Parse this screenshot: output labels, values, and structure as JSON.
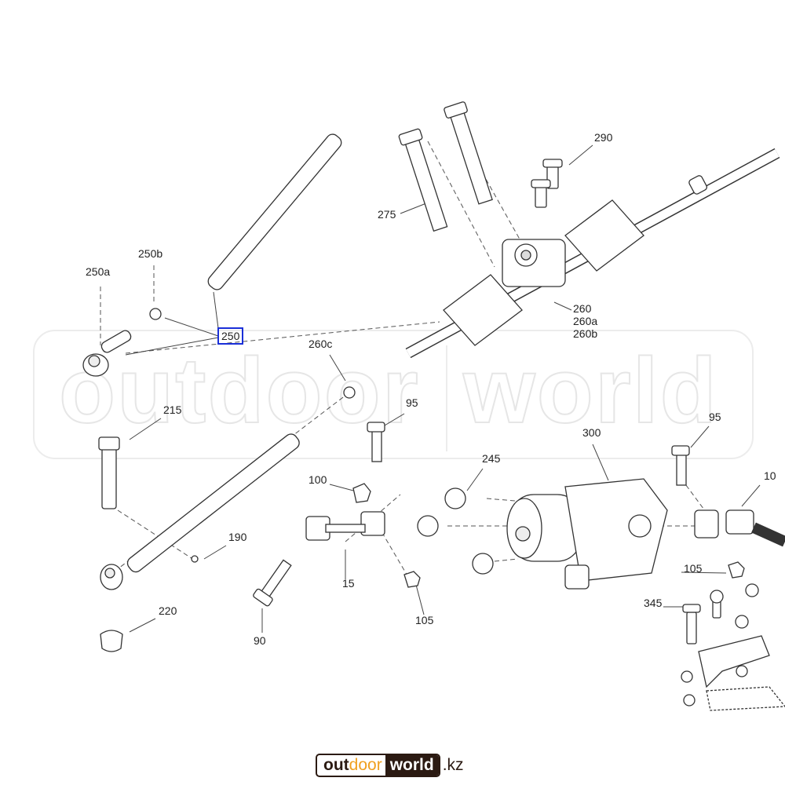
{
  "watermark": {
    "left": "outdoor",
    "right": "world"
  },
  "logo": {
    "part1": "out",
    "part2": "door",
    "part3": "world",
    "part4": ".kz",
    "colors": {
      "dark": "#2b1a12",
      "accent": "#f0a020"
    }
  },
  "callouts": {
    "c290": "290",
    "c275": "275",
    "c250b": "250b",
    "c250a": "250a",
    "c250": "250",
    "c260": "260",
    "c260a": "260a",
    "c260b": "260b",
    "c260c": "260c",
    "c215": "215",
    "c95a": "95",
    "c95b": "95",
    "c300": "300",
    "c245": "245",
    "c10": "10",
    "c100": "100",
    "c190": "190",
    "c105a": "105",
    "c15": "15",
    "c345": "345",
    "c220": "220",
    "c90": "90",
    "c105b": "105"
  },
  "highlight_color": "#1a2fd8"
}
